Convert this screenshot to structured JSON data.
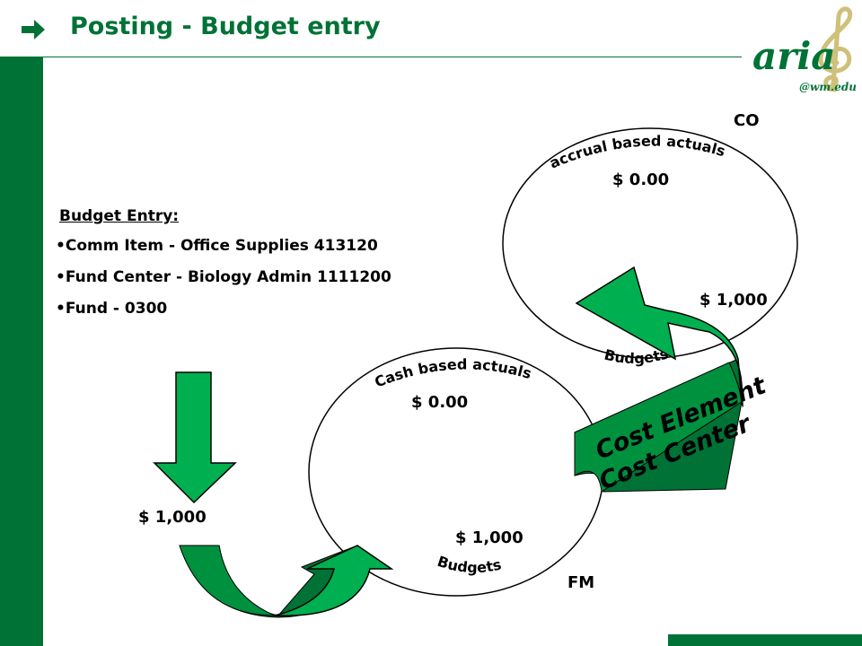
{
  "header": {
    "title": "Posting - Budget entry",
    "logo_word": "aria",
    "logo_sub": "@wm.edu"
  },
  "budget_entry": {
    "heading": "Budget Entry:",
    "items": [
      "Comm Item - Office Supplies 413120",
      "Fund Center - Biology Admin 1111200",
      "Fund - 0300"
    ]
  },
  "co_circle": {
    "label": "CO",
    "arc_top": "accrual based actuals",
    "actuals_amount": "$ 0.00",
    "budget_amount": "$ 1,000",
    "arc_bottom": "Budgets"
  },
  "fm_circle": {
    "label": "FM",
    "arc_top": "Cash based actuals",
    "actuals_amount": "$ 0.00",
    "budget_amount": "$ 1,000",
    "arc_bottom": "Budgets"
  },
  "entry_amount": "$ 1,000",
  "transfer_band": {
    "line1": "Cost Element",
    "line2": "Cost Center"
  },
  "colors": {
    "brand": "#007236",
    "arrow_fill": "#00b050",
    "arrow_dark": "#00913f"
  }
}
